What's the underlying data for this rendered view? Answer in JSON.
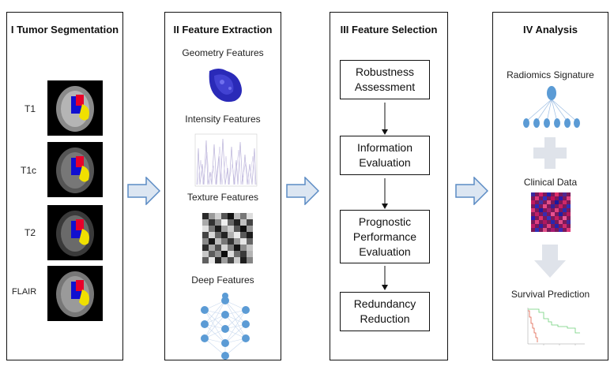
{
  "panels": [
    {
      "title": "I Tumor Segmentation"
    },
    {
      "title": "II  Feature Extraction"
    },
    {
      "title": "III Feature Selection"
    },
    {
      "title": "IV Analysis"
    }
  ],
  "segmentation": {
    "sequences": [
      "T1",
      "T1c",
      "T2",
      "FLAIR"
    ]
  },
  "extraction": {
    "geometry": "Geometry Features",
    "intensity": "Intensity Features",
    "texture": "Texture Features",
    "deep": "Deep Features"
  },
  "selection": {
    "steps": [
      {
        "line1": "Robustness",
        "line2": "Assessment",
        "line3": ""
      },
      {
        "line1": "Information",
        "line2": "Evaluation",
        "line3": ""
      },
      {
        "line1": "Prognostic",
        "line2": "Performance",
        "line3": "Evaluation"
      },
      {
        "line1": "Redundancy",
        "line2": "Reduction",
        "line3": ""
      }
    ]
  },
  "analysis": {
    "signature": "Radiomics Signature",
    "clinical": "Clinical Data",
    "survival": "Survival Prediction"
  },
  "colors": {
    "arrow_fill": "#dce6f2",
    "arrow_stroke": "#5b8bc4",
    "node_blue": "#5b9bd5",
    "tumor_red": "#e8002a",
    "tumor_blue": "#1010d0",
    "tumor_yellow": "#f0e000"
  }
}
